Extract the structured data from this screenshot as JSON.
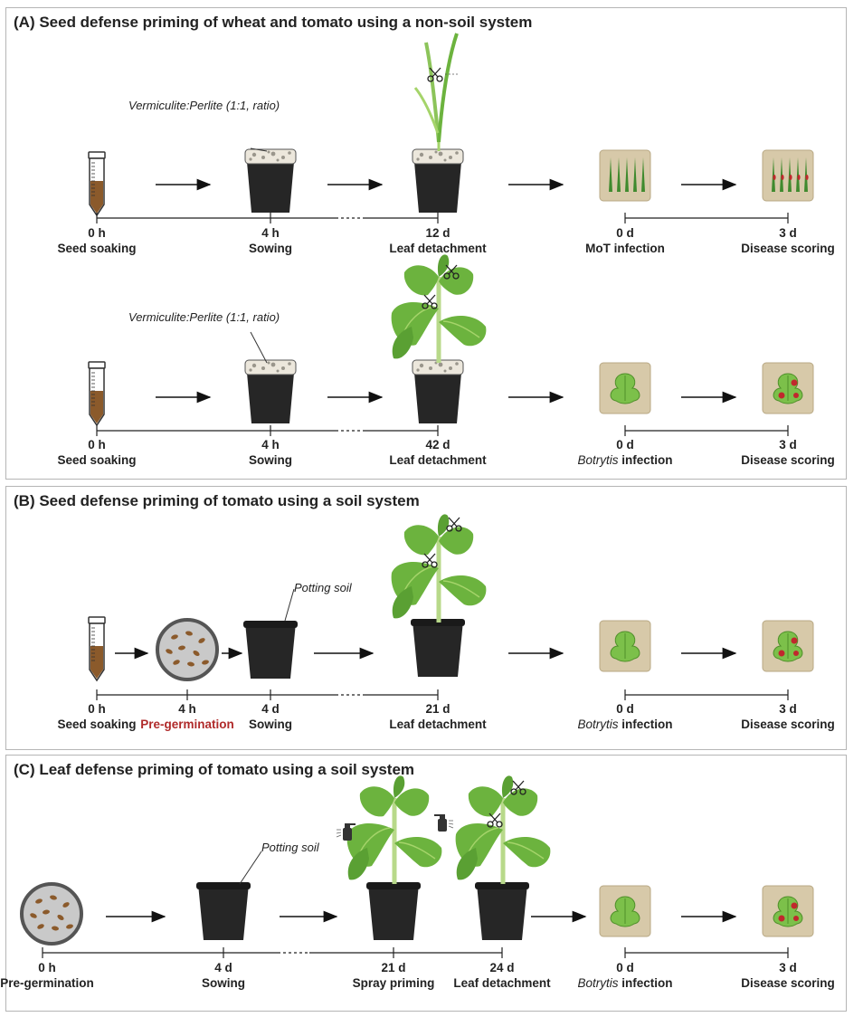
{
  "panels": {
    "a": {
      "title": "(A) Seed defense priming of wheat and tomato using a non-soil system",
      "note": "Vermiculite:Perlite (1:1, ratio)",
      "rows": [
        {
          "times": [
            "0 h",
            "4 h",
            "12 d",
            "0 d",
            "3 d"
          ],
          "stages": [
            "Seed soaking",
            "Sowing",
            "Leaf detachment",
            "MoT infection",
            "Disease scoring"
          ]
        },
        {
          "times": [
            "0 h",
            "4 h",
            "42 d",
            "0 d",
            "3 d"
          ],
          "stages": [
            "Seed soaking",
            "Sowing",
            "Leaf detachment",
            "Botrytis",
            " infection",
            "Disease scoring"
          ]
        }
      ]
    },
    "b": {
      "title": "(B) Seed defense priming of tomato using a soil system",
      "note": "Potting soil",
      "times": [
        "0 h",
        "4 h",
        "4 d",
        "21 d",
        "0 d",
        "3 d"
      ],
      "stages": [
        "Seed soaking",
        "Pre-germination",
        "Sowing",
        "Leaf detachment",
        "Botrytis",
        " infection",
        "Disease scoring"
      ]
    },
    "c": {
      "title": "(C) Leaf defense priming of tomato using a soil system",
      "note": "Potting soil",
      "times": [
        "0 h",
        "4 d",
        "21 d",
        "24 d",
        "0 d",
        "3 d"
      ],
      "stages": [
        "Pre-germination",
        "Sowing",
        "Spray priming",
        "Leaf detachment",
        "Botrytis",
        " infection",
        "Disease scoring"
      ]
    }
  },
  "colors": {
    "pot": "#262626",
    "substrate": "#ece7dc",
    "leaf": "#6cb33e",
    "leaf_light": "#a5d46a",
    "stem": "#b8d98a",
    "dish_fill": "#c9c9c9",
    "seed": "#8b5a2b",
    "tray": "#d7c9a9",
    "lesion": "#c0282d",
    "highlight": "#b02a2a"
  },
  "icons": [
    "tube-icon",
    "pot-icon",
    "wheat-icon",
    "tomato-plant-icon",
    "scissors-icon",
    "petri-dish-icon",
    "leaf-tray-icon",
    "spray-icon",
    "arrow-icon"
  ]
}
